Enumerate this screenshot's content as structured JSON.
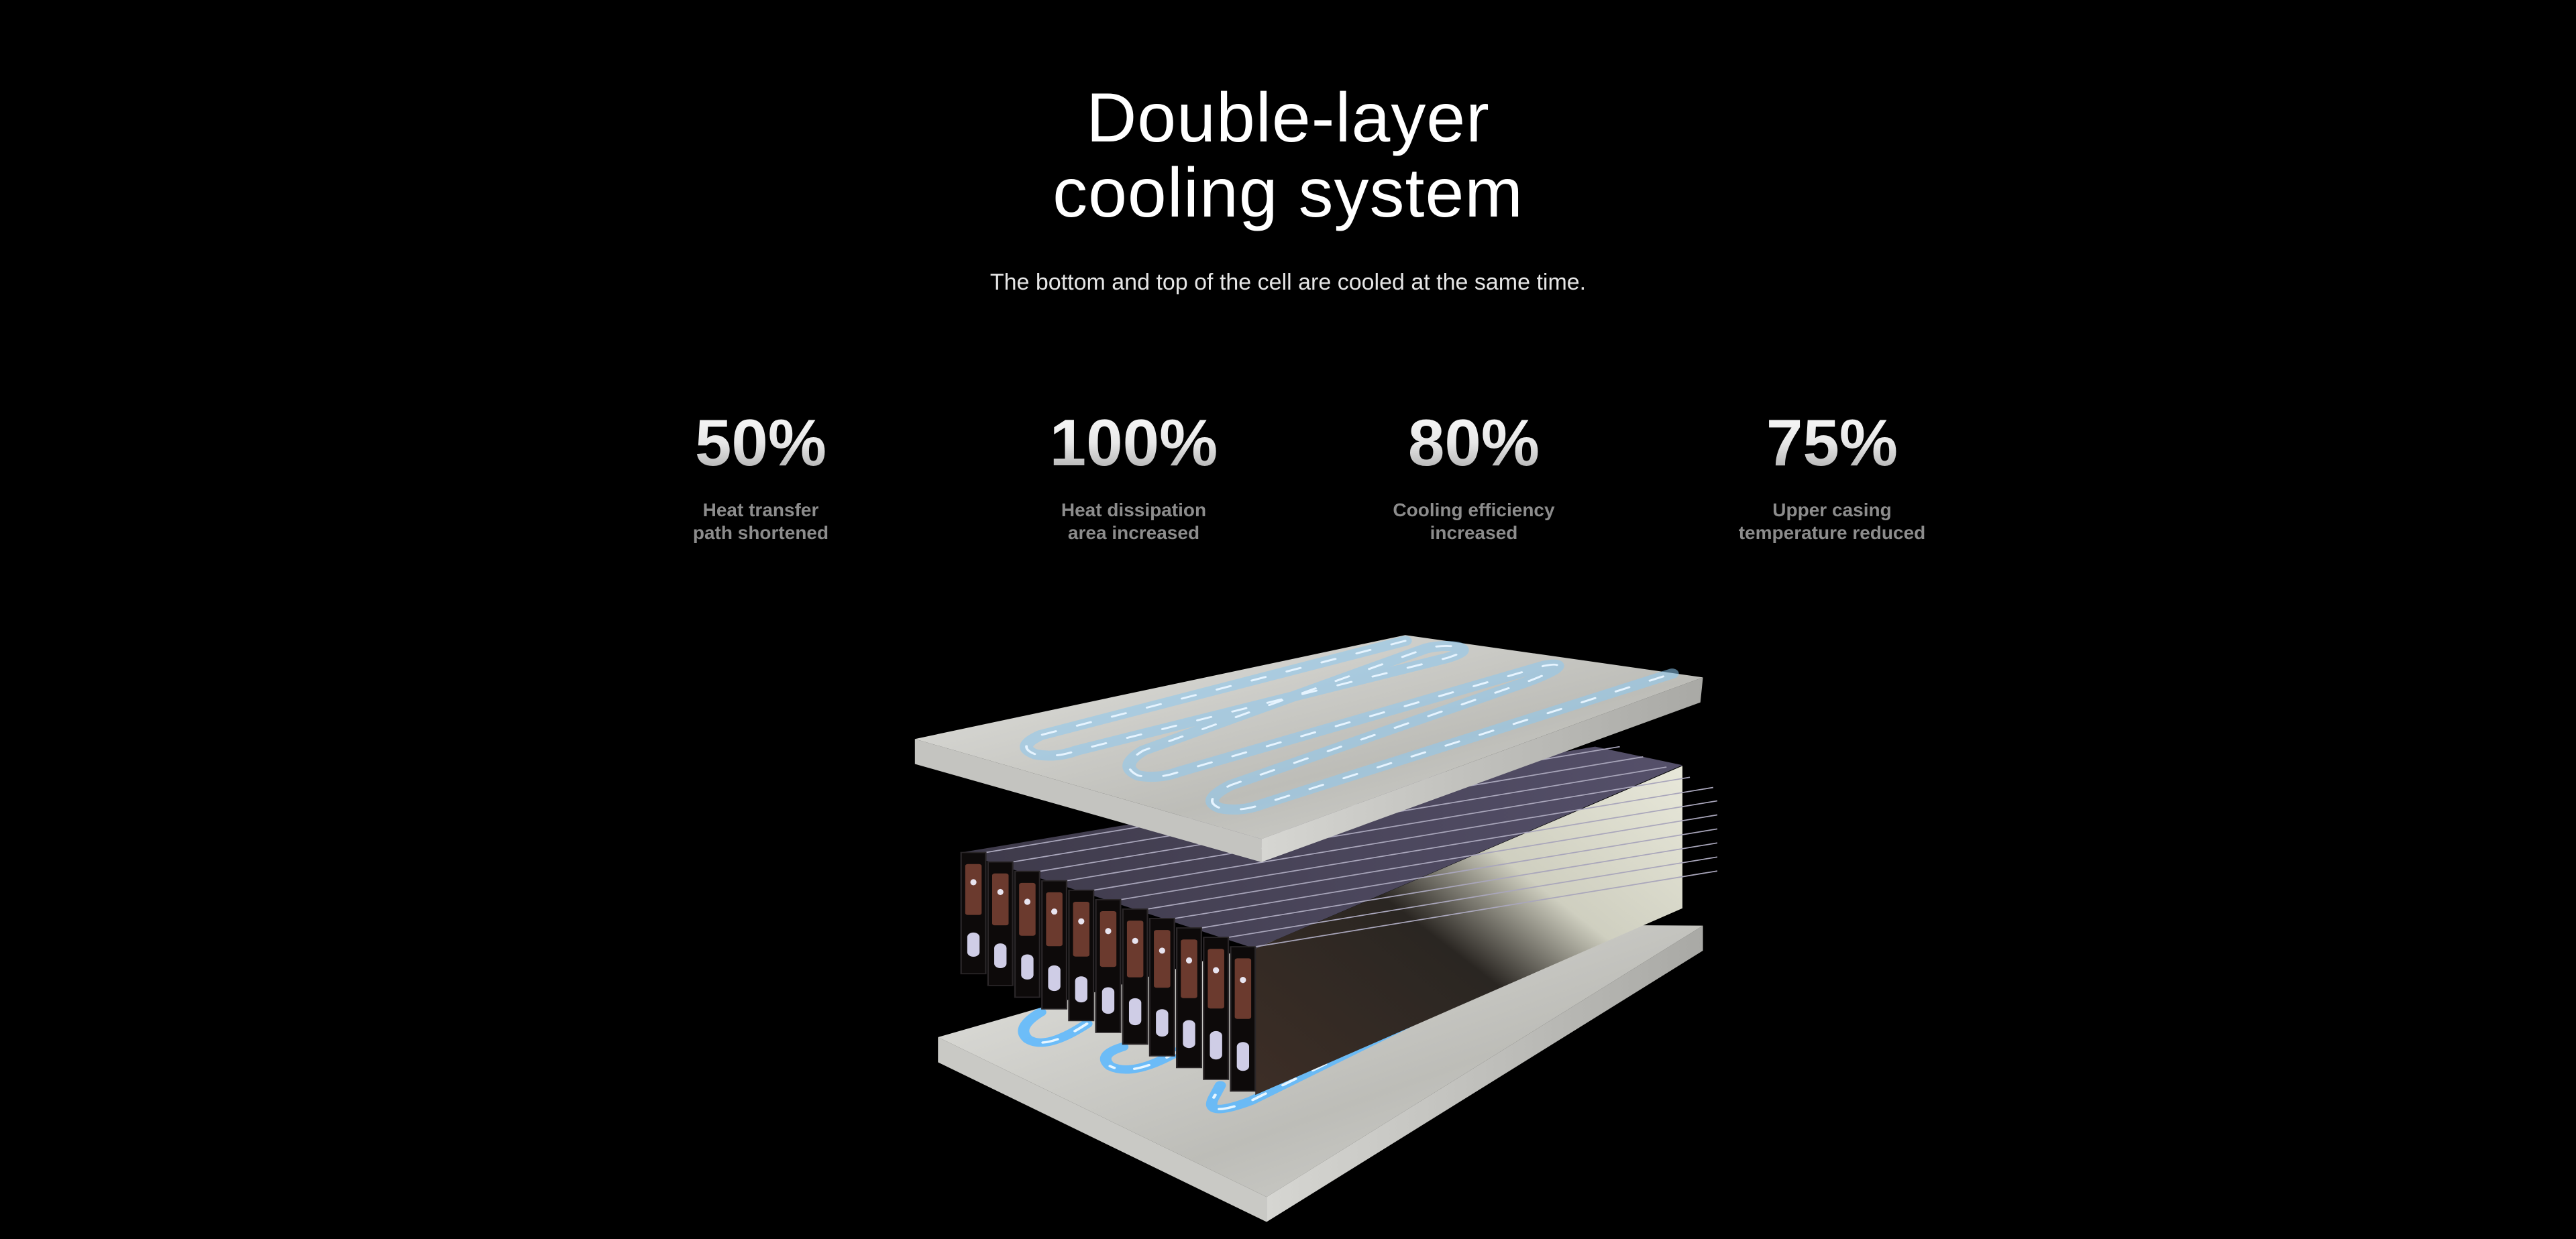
{
  "header": {
    "title_line1": "Double-layer",
    "title_line2": "cooling system",
    "subtitle": "The bottom and top of the cell are cooled at the same time."
  },
  "stats": [
    {
      "value": "50%",
      "label_line1": "Heat transfer",
      "label_line2": "path shortened"
    },
    {
      "value": "100%",
      "label_line1": "Heat dissipation",
      "label_line2": "area increased"
    },
    {
      "value": "80%",
      "label_line1": "Cooling efficiency",
      "label_line2": "increased"
    },
    {
      "value": "75%",
      "label_line1": "Upper casing",
      "label_line2": "temperature reduced"
    }
  ],
  "colors": {
    "background": "#000000",
    "coolant": "#6cc4ff",
    "plate": "#cfcfca",
    "cell_top": "#4a4658",
    "terminal": "#6b3a2e"
  }
}
